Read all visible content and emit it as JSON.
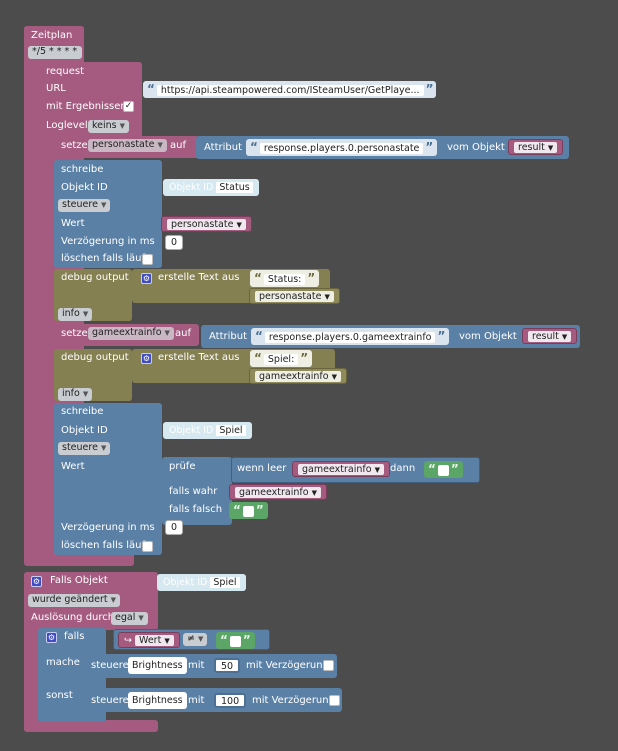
{
  "schedule": {
    "title": "Zeitplan",
    "cron": "*/5 * * * *"
  },
  "request": {
    "label": "request",
    "url_label": "URL",
    "url_value": "https://api.steampowered.com/ISteamUser/GetPlaye...",
    "results_label": "mit Ergebnissen",
    "results_check": "✓",
    "loglevel_label": "Loglevel",
    "loglevel_value": "keins"
  },
  "set1": {
    "label": "setze",
    "var": "personastate",
    "auf": "auf",
    "attr_label": "Attribut",
    "attr_value": "response.players.0.personastate",
    "obj_label": "vom Objekt",
    "obj_var": "result"
  },
  "write1": {
    "label": "schreibe",
    "objid_label": "Objekt ID",
    "objid_chip": "Objekt ID",
    "objid_value": "Status",
    "mode": "steuere",
    "value_label": "Wert",
    "value_var": "personastate",
    "delay_label": "Verzögerung in ms",
    "delay_value": "0",
    "clear_label": "löschen falls läuft"
  },
  "debug1": {
    "label": "debug output",
    "create": "erstelle Text aus",
    "text1": "Status:",
    "var": "personastate",
    "level": "info"
  },
  "set2": {
    "label": "setze",
    "var": "gameextrainfo",
    "auf": "auf",
    "attr_label": "Attribut",
    "attr_value": "response.players.0.gameextrainfo",
    "obj_label": "vom Objekt",
    "obj_var": "result"
  },
  "debug2": {
    "label": "debug output",
    "create": "erstelle Text aus",
    "text1": "Spiel:",
    "var": "gameextrainfo",
    "level": "info"
  },
  "write2": {
    "label": "schreibe",
    "objid_label": "Objekt ID",
    "objid_chip": "Objekt ID",
    "objid_value": "Spiel",
    "mode": "steuere",
    "value_label": "Wert",
    "check": "prüfe",
    "if_empty": "wenn leer",
    "var": "gameextrainfo",
    "then": "dann",
    "if_true": "falls wahr",
    "true_var": "gameextrainfo",
    "if_false": "falls falsch",
    "delay_label": "Verzögerung in ms",
    "delay_value": "0",
    "clear_label": "löschen falls läuft"
  },
  "trigger": {
    "title": "Falls Objekt",
    "objid_chip": "Objekt ID",
    "objid_value": "Spiel",
    "event": "wurde geändert",
    "by_label": "Auslösung durch",
    "by_value": "egal",
    "if_label": "falls",
    "cond_var": "Wert",
    "cond_op": "≠",
    "do_label": "mache",
    "else_label": "sonst",
    "do_text": "steuere",
    "do_obj": "Brightness",
    "do_with": "mit",
    "do_value": "50",
    "do_delay": "mit Verzögerung",
    "else_text": "steuere",
    "else_obj": "Brightness",
    "else_with": "mit",
    "else_value": "100",
    "else_delay": "mit Verzögerung"
  }
}
